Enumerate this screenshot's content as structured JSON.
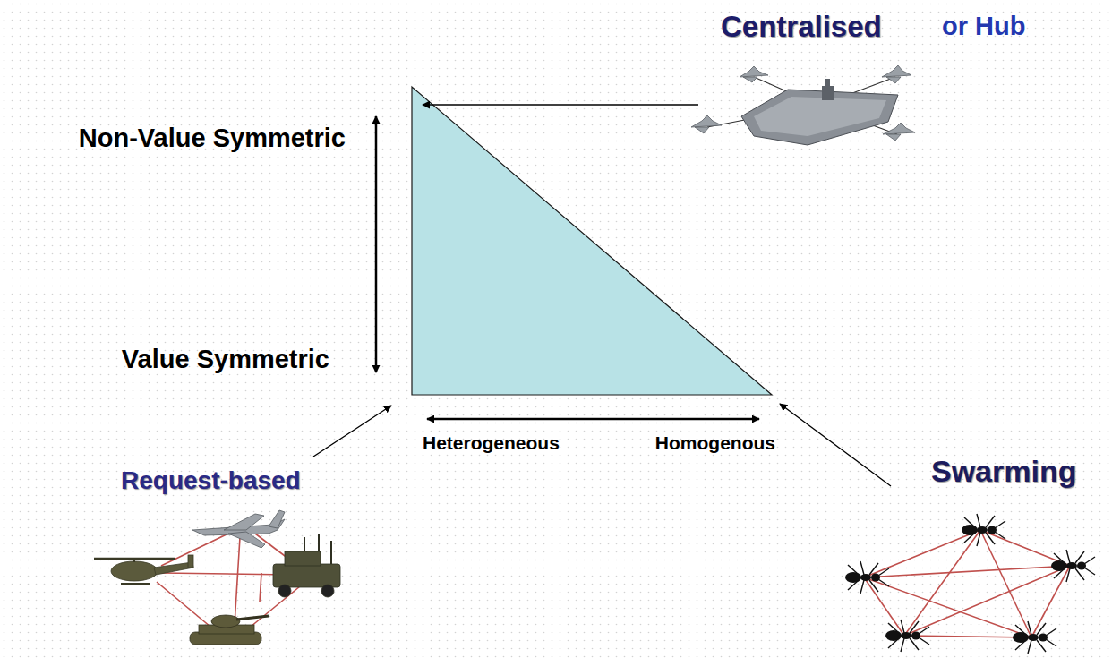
{
  "diagram": {
    "labels": [
      "Centralised",
      "or Hub",
      "Non-Value Symmetric",
      "Value Symmetric",
      "Heterogeneous",
      "Homogenous",
      "Request-based",
      "Swarming"
    ]
  }
}
